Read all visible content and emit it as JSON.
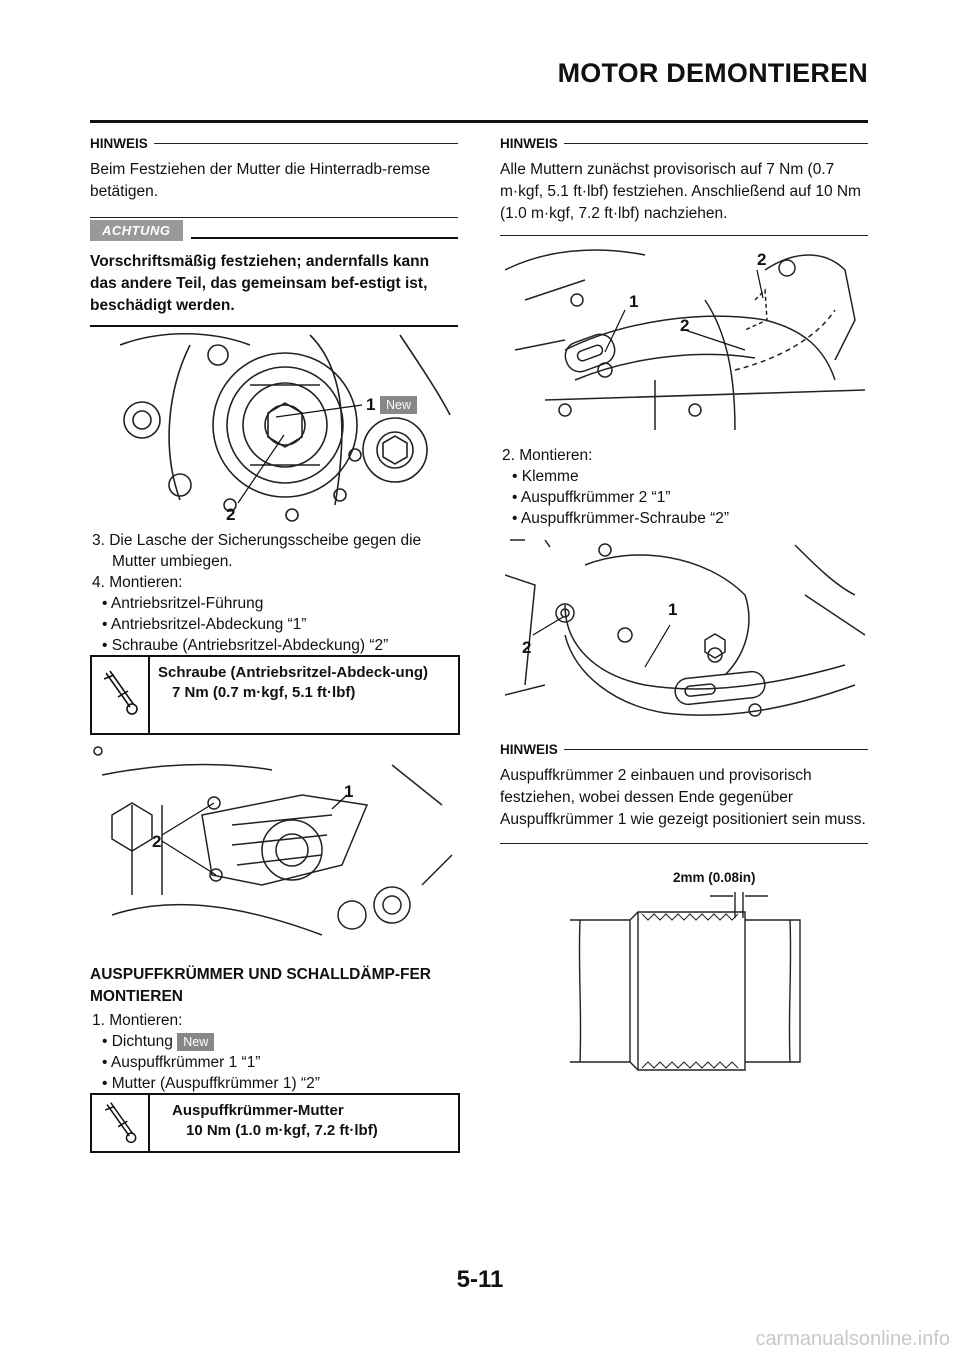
{
  "header": {
    "title": "MOTOR DEMONTIEREN"
  },
  "page_number": "5-11",
  "watermark": "carmanualsonline.info",
  "left": {
    "note1": {
      "label": "HINWEIS",
      "text": "Beim Festziehen der Mutter die Hinterradb-remse betätigen."
    },
    "caution": {
      "label": "ACHTUNG",
      "text": "Vorschriftsmäßig festziehen; andernfalls kann das andere Teil, das gemeinsam bef-estigt ist, beschädigt werden."
    },
    "fig1": {
      "c1": "1",
      "c2": "2",
      "new": "New"
    },
    "step3": "3.  Die Lasche der Sicherungsscheibe gegen die Mutter umbiegen.",
    "step4": "4.  Montieren:",
    "step4_items": [
      "• Antriebsritzel-Führung",
      "• Antriebsritzel-Abdeckung “1”",
      "• Schraube (Antriebsritzel-Abdeckung) “2”"
    ],
    "spec1": {
      "name": "Schraube (Antriebsritzel-Abdeck-ung)",
      "value": "7 Nm (0.7 m·kgf, 5.1 ft·lbf)"
    },
    "fig2": {
      "c1": "1",
      "c2": "2"
    },
    "section_title": "AUSPUFFKRÜMMER UND SCHALLDÄMP-FER MONTIEREN",
    "step1": "1.  Montieren:",
    "step1_items": [
      "• Dichtung",
      "• Auspuffkrümmer 1 “1”",
      "• Mutter (Auspuffkrümmer 1) “2”"
    ],
    "step1_new": "New",
    "spec2": {
      "name": "Auspuffkrümmer-Mutter",
      "value": "10 Nm (1.0 m·kgf, 7.2 ft·lbf)"
    }
  },
  "right": {
    "note2": {
      "label": "HINWEIS",
      "text": "Alle Muttern zunächst provisorisch auf 7 Nm (0.7 m·kgf, 5.1 ft·lbf) festziehen. Anschließend auf 10 Nm (1.0 m·kgf, 7.2 ft·lbf) nachziehen."
    },
    "fig3": {
      "c1": "1",
      "c2a": "2",
      "c2b": "2"
    },
    "step2": "2.  Montieren:",
    "step2_items": [
      "• Klemme",
      "• Auspuffkrümmer 2 “1”",
      "• Auspuffkrümmer-Schraube “2”"
    ],
    "fig4": {
      "c1": "1",
      "c2": "2"
    },
    "note3": {
      "label": "HINWEIS",
      "text": "Auspuffkrümmer 2 einbauen und provisorisch festziehen, wobei dessen Ende gegenüber Auspuffkrümmer 1 wie gezeigt positioniert sein muss."
    },
    "fig5": {
      "dim": "2mm (0.08in)"
    }
  }
}
